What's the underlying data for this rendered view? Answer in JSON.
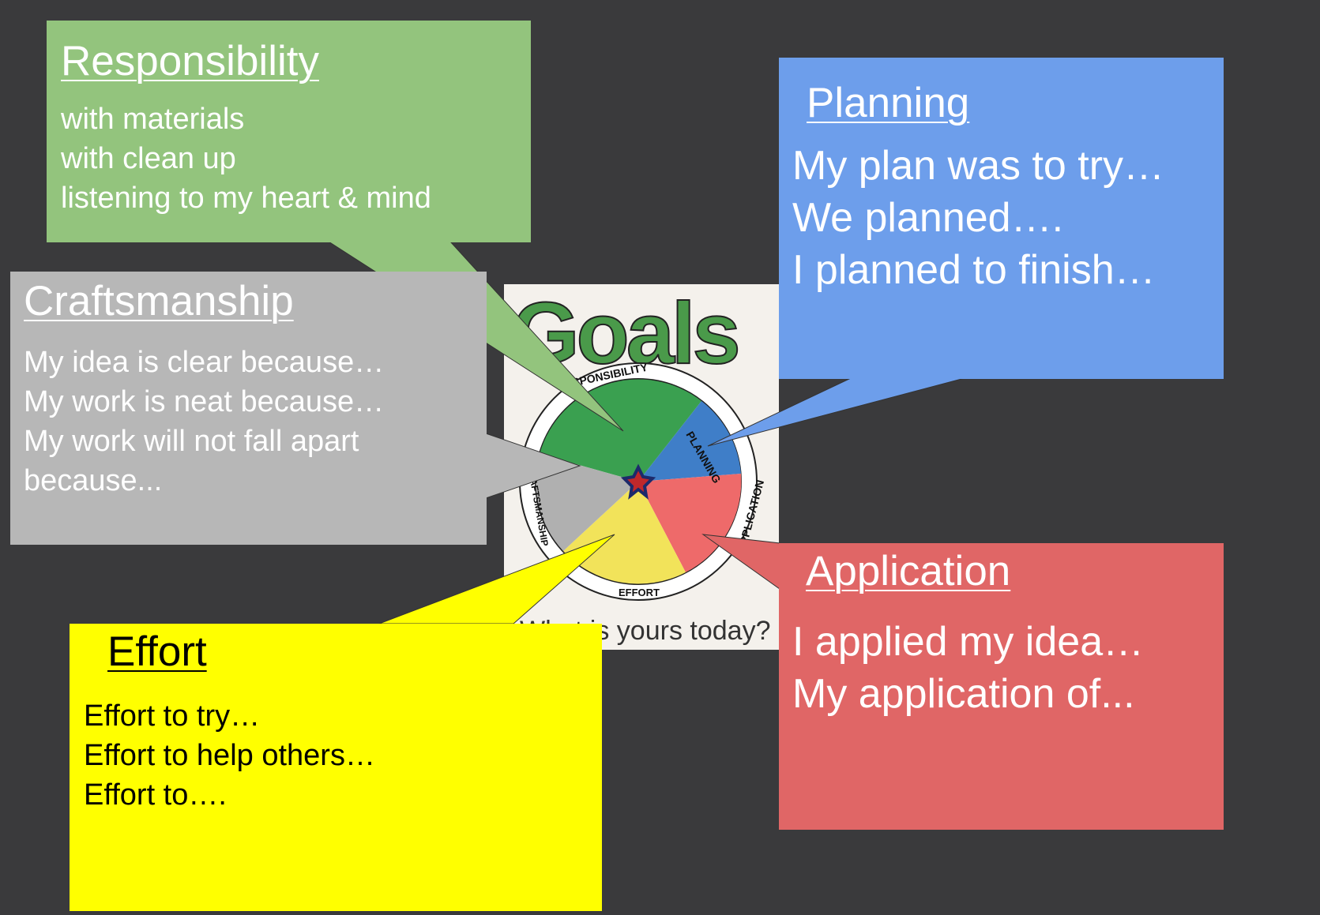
{
  "slide": {
    "colors": {
      "background": "#3a3a3c",
      "green": "#93c47d",
      "blue": "#6d9eeb",
      "gray": "#b7b7b7",
      "red": "#e06666",
      "yellow": "#ffff00"
    },
    "responsibility": {
      "title": "Responsibility",
      "lines": [
        "with materials",
        "with clean up",
        "listening to my heart & mind"
      ]
    },
    "planning": {
      "title": "Planning",
      "lines": [
        "My plan was to try…",
        "We planned….",
        "I planned to finish…"
      ]
    },
    "craftsmanship": {
      "title": "Craftsmanship",
      "lines": [
        "My idea is clear because…",
        "My work is neat because…",
        "My work will not fall apart",
        "because..."
      ]
    },
    "application": {
      "title": "Application",
      "lines": [
        "I applied my idea…",
        "My application of..."
      ]
    },
    "effort": {
      "title": "Effort",
      "lines": [
        "Effort to try…",
        "Effort to help others…",
        "Effort to…."
      ]
    },
    "drawing": {
      "heading": "Goals",
      "wheel_labels": [
        "RESPONSIBILITY",
        "PLANNING",
        "APPLICATION",
        "EFFORT",
        "CRAFTSMANSHIP"
      ],
      "caption": "What is yours today?"
    }
  }
}
